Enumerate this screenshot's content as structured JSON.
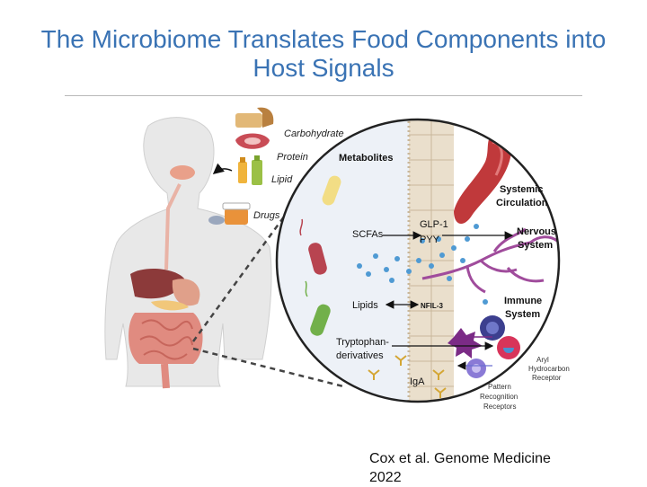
{
  "slide": {
    "title_line1": "The Microbiome Translates Food Components into",
    "title_line2": "Host Signals",
    "citation_line1": "Cox et al. Genome Medicine",
    "citation_line2": "2022"
  },
  "diagram": {
    "food_labels": [
      "Carbohydrate",
      "Protein",
      "Lipid",
      "Drugs"
    ],
    "metabolites_heading": "Metabolites",
    "scfas": "SCFAs",
    "glp1": "GLP-1",
    "pyy": "PYY",
    "lipids": "Lipids",
    "nfil3": "NFIL-3",
    "tryptophan_line1": "Tryptophan-",
    "tryptophan_line2": "derivatives",
    "iga": "IgA",
    "systemic_line1": "Systemic",
    "systemic_line2": "Circulation",
    "nervous_line1": "Nervous",
    "nervous_line2": "System",
    "immune_line1": "Immune",
    "immune_line2": "System",
    "aryl_line1": "Aryl",
    "aryl_line2": "Hydrocarbon",
    "aryl_line3": "Receptor",
    "pattern_line1": "Pattern",
    "pattern_line2": "Recognition",
    "pattern_line3": "Receptors"
  }
}
